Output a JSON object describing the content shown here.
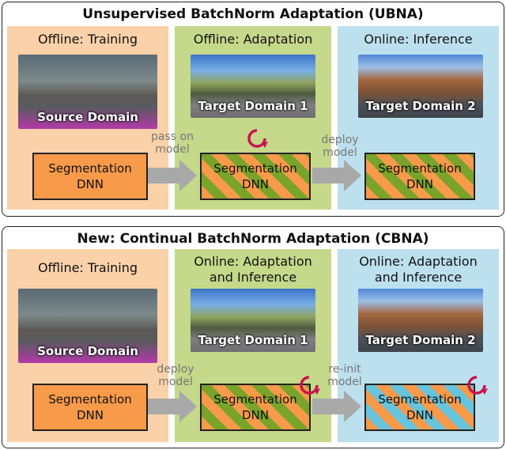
{
  "panels": [
    {
      "title": "Unsupervised BatchNorm Adaptation (UBNA)",
      "columns": [
        "Offline: Training",
        "Offline: Adaptation",
        "Online: Inference"
      ],
      "images": [
        "Source Domain",
        "Target Domain 1",
        "Target Domain 2"
      ],
      "boxes": [
        {
          "line1": "Segmentation",
          "line2": "DNN"
        },
        {
          "line1": "Segmentation",
          "line2": "DNN"
        },
        {
          "line1": "Segmentation",
          "line2": "DNN"
        }
      ],
      "arrows": [
        {
          "line1": "pass on",
          "line2": "model"
        },
        {
          "line1": "deploy",
          "line2": "model"
        }
      ]
    },
    {
      "title": "New: Continual BatchNorm Adaptation (CBNA)",
      "columns": [
        {
          "line1": "Offline: Training",
          "line2": ""
        },
        {
          "line1": "Online: Adaptation",
          "line2": "and Inference"
        },
        {
          "line1": "Online: Adaptation",
          "line2": "and Inference"
        }
      ],
      "images": [
        "Source Domain",
        "Target Domain 1",
        "Target Domain 2"
      ],
      "boxes": [
        {
          "line1": "Segmentation",
          "line2": "DNN"
        },
        {
          "line1": "Segmentation",
          "line2": "DNN"
        },
        {
          "line1": "Segmentation",
          "line2": "DNN"
        }
      ],
      "arrows": [
        {
          "line1": "deploy",
          "line2": "model"
        },
        {
          "line1": "re-init",
          "line2": "model"
        }
      ]
    }
  ],
  "colors": {
    "training_bg": "#fbd1a9",
    "adaptation_bg": "#c6d88a",
    "inference_bg": "#bde0ee",
    "dnn_orange": "#f79a4a",
    "stripe_green": "#7aa32b",
    "stripe_blue": "#67c4dd",
    "cycle_icon": "#c8154f",
    "arrow_gray": "#a9a9a9"
  }
}
